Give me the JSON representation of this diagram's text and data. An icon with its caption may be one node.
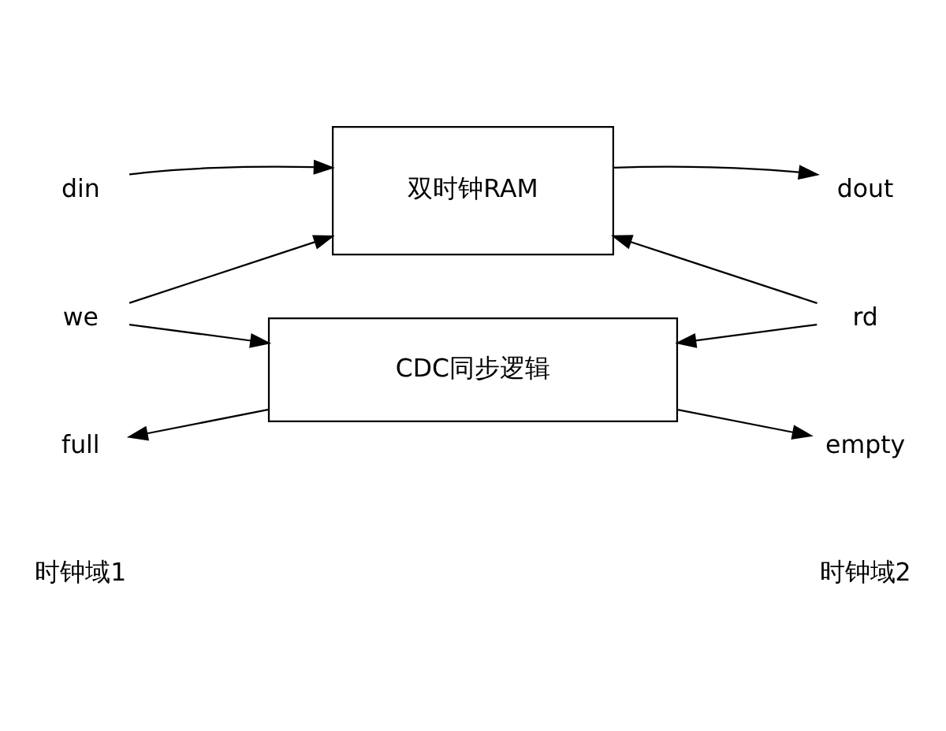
{
  "diagram": {
    "nodes": [
      {
        "text": [
          "双时钟RAM"
        ]
      },
      {
        "text": [
          "CDC同步逻辑"
        ]
      },
      {
        "text": [
          "din"
        ]
      },
      {
        "text": [
          "we"
        ]
      },
      {
        "text": [
          "dout"
        ]
      },
      {
        "text": [
          "rd"
        ]
      },
      {
        "text": [
          "full"
        ]
      },
      {
        "text": [
          "empty"
        ]
      }
    ],
    "edges": [
      {
        "from": 2,
        "to": 0,
        "arrow": "to"
      },
      {
        "from": 3,
        "to": 0,
        "arrow": "to"
      },
      {
        "from": 0,
        "to": 4,
        "arrow": "to"
      },
      {
        "from": 5,
        "to": 0,
        "arrow": "to"
      },
      {
        "from": 3,
        "to": 1,
        "arrow": "to"
      },
      {
        "from": 5,
        "to": 1,
        "arrow": "to"
      },
      {
        "from": 1,
        "to": 6,
        "arrow": "to"
      },
      {
        "from": 1,
        "to": 7,
        "arrow": "to"
      }
    ],
    "labels": [
      "时钟域1",
      "时钟域2"
    ]
  }
}
